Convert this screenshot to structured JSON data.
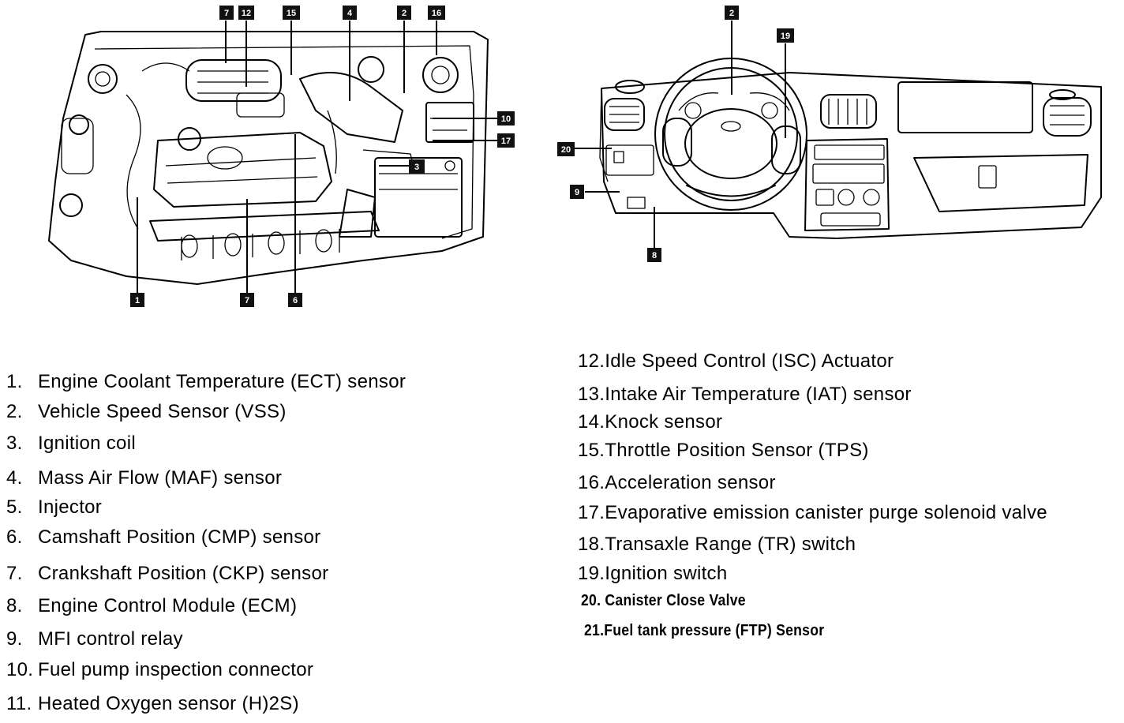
{
  "engine_callouts": [
    "7",
    "12",
    "15",
    "4",
    "2",
    "16",
    "10",
    "17",
    "3",
    "1",
    "7",
    "6"
  ],
  "dash_callouts": [
    "2",
    "19",
    "20",
    "9",
    "8"
  ],
  "legend_left": [
    {
      "num": "1.",
      "text": "Engine Coolant Temperature (ECT) sensor"
    },
    {
      "num": "2.",
      "text": "Vehicle Speed Sensor (VSS)"
    },
    {
      "num": "3.",
      "text": "Ignition coil"
    },
    {
      "num": "4.",
      "text": "Mass Air Flow (MAF) sensor"
    },
    {
      "num": "5.",
      "text": "Injector"
    },
    {
      "num": "6.",
      "text": "Camshaft Position (CMP) sensor"
    },
    {
      "num": "7.",
      "text": "Crankshaft Position (CKP) sensor"
    },
    {
      "num": "8.",
      "text": "Engine Control Module (ECM)"
    },
    {
      "num": "9.",
      "text": "MFI control relay"
    },
    {
      "num": "10.",
      "text": "Fuel pump inspection connector"
    },
    {
      "num": "11.",
      "text": "Heated Oxygen sensor (H)2S)"
    }
  ],
  "legend_right": [
    {
      "num": "12.",
      "text": "Idle Speed Control (ISC) Actuator"
    },
    {
      "num": "13.",
      "text": "Intake Air Temperature (IAT) sensor"
    },
    {
      "num": "14.",
      "text": "Knock sensor"
    },
    {
      "num": "15.",
      "text": "Throttle Position Sensor (TPS)"
    },
    {
      "num": "16.",
      "text": "Acceleration sensor"
    },
    {
      "num": "17.",
      "text": "Evaporative emission canister purge solenoid valve"
    },
    {
      "num": "18.",
      "text": "Transaxle Range (TR) switch"
    },
    {
      "num": "19.",
      "text": "Ignition switch"
    }
  ],
  "legend_bold": [
    {
      "num": "20. ",
      "text": "Canister Close Valve"
    },
    {
      "num": "21.",
      "text": "Fuel tank pressure (FTP) Sensor"
    }
  ]
}
